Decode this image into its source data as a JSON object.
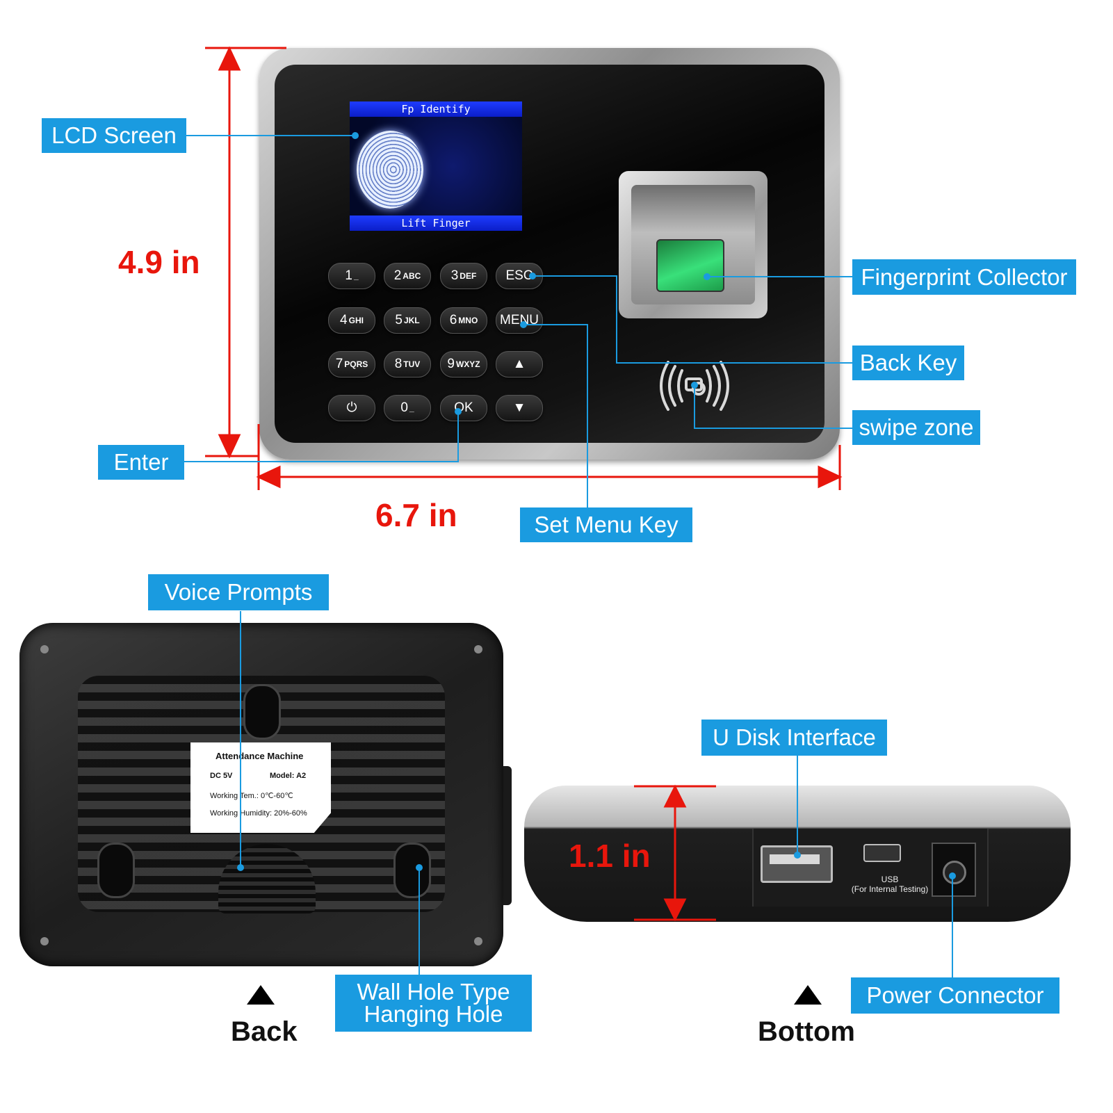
{
  "colors": {
    "callout": "#1a9be0",
    "dimension": "#e8160c",
    "device": "#111111"
  },
  "front": {
    "lcd": {
      "top_text": "Fp Identify",
      "bottom_text": "Lift Finger"
    },
    "keys": [
      {
        "main": "1",
        "sub": "_"
      },
      {
        "main": "2",
        "sub": "ABC"
      },
      {
        "main": "3",
        "sub": "DEF"
      },
      {
        "main": "ESC",
        "sub": ""
      },
      {
        "main": "4",
        "sub": "GHI"
      },
      {
        "main": "5",
        "sub": "JKL"
      },
      {
        "main": "6",
        "sub": "MNO"
      },
      {
        "main": "MENU",
        "sub": ""
      },
      {
        "main": "7",
        "sub": "PQRS"
      },
      {
        "main": "8",
        "sub": "TUV"
      },
      {
        "main": "9",
        "sub": "WXYZ"
      },
      {
        "main": "▲",
        "sub": ""
      },
      {
        "main": "⏻",
        "sub": ""
      },
      {
        "main": "0",
        "sub": "_"
      },
      {
        "main": "OK",
        "sub": ""
      },
      {
        "main": "▼",
        "sub": ""
      }
    ]
  },
  "callouts": {
    "lcd_screen": "LCD Screen",
    "fingerprint_collector": "Fingerprint Collector",
    "back_key": "Back Key",
    "swipe_zone": "swipe zone",
    "enter": "Enter",
    "set_menu_key": "Set Menu Key",
    "voice_prompts": "Voice Prompts",
    "wall_hole_line1": "Wall Hole Type",
    "wall_hole_line2": "Hanging Hole",
    "u_disk_interface": "U Disk Interface",
    "power_connector": "Power Connector"
  },
  "dimensions": {
    "height": "4.9 in",
    "width": "6.7 in",
    "depth": "1.1 in"
  },
  "back_label": {
    "title": "Attendance Machine",
    "dc": "DC  5V",
    "model": "Model:  A2",
    "temp": "Working Tem.:  0℃-60℃",
    "humidity": "Working Humidity:  20%-60%"
  },
  "bottom_ports": {
    "usb_label": "USB",
    "usb_note": "(For Internal Testing)"
  },
  "captions": {
    "back": "Back",
    "bottom": "Bottom"
  }
}
